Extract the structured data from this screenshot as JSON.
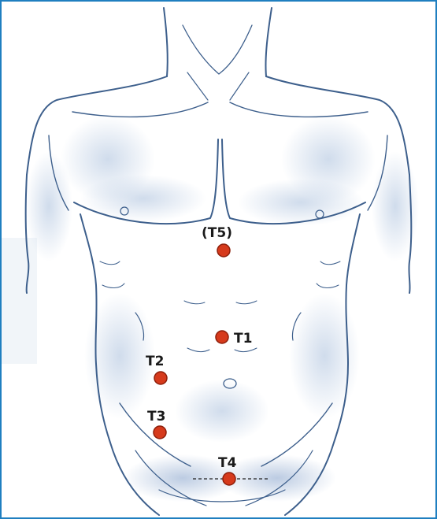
{
  "points": [
    {
      "id": "t5",
      "label": "(T5)"
    },
    {
      "id": "t1",
      "label": "T1"
    },
    {
      "id": "t2",
      "label": "T2"
    },
    {
      "id": "t3",
      "label": "T3"
    },
    {
      "id": "t4",
      "label": "T4"
    }
  ],
  "colors": {
    "frame": "#1f7fc0",
    "marker_fill": "#d63a1c",
    "marker_stroke": "#8e1f0b",
    "sketch_line": "#3d5f8c",
    "shading": "#a9bfdc"
  }
}
